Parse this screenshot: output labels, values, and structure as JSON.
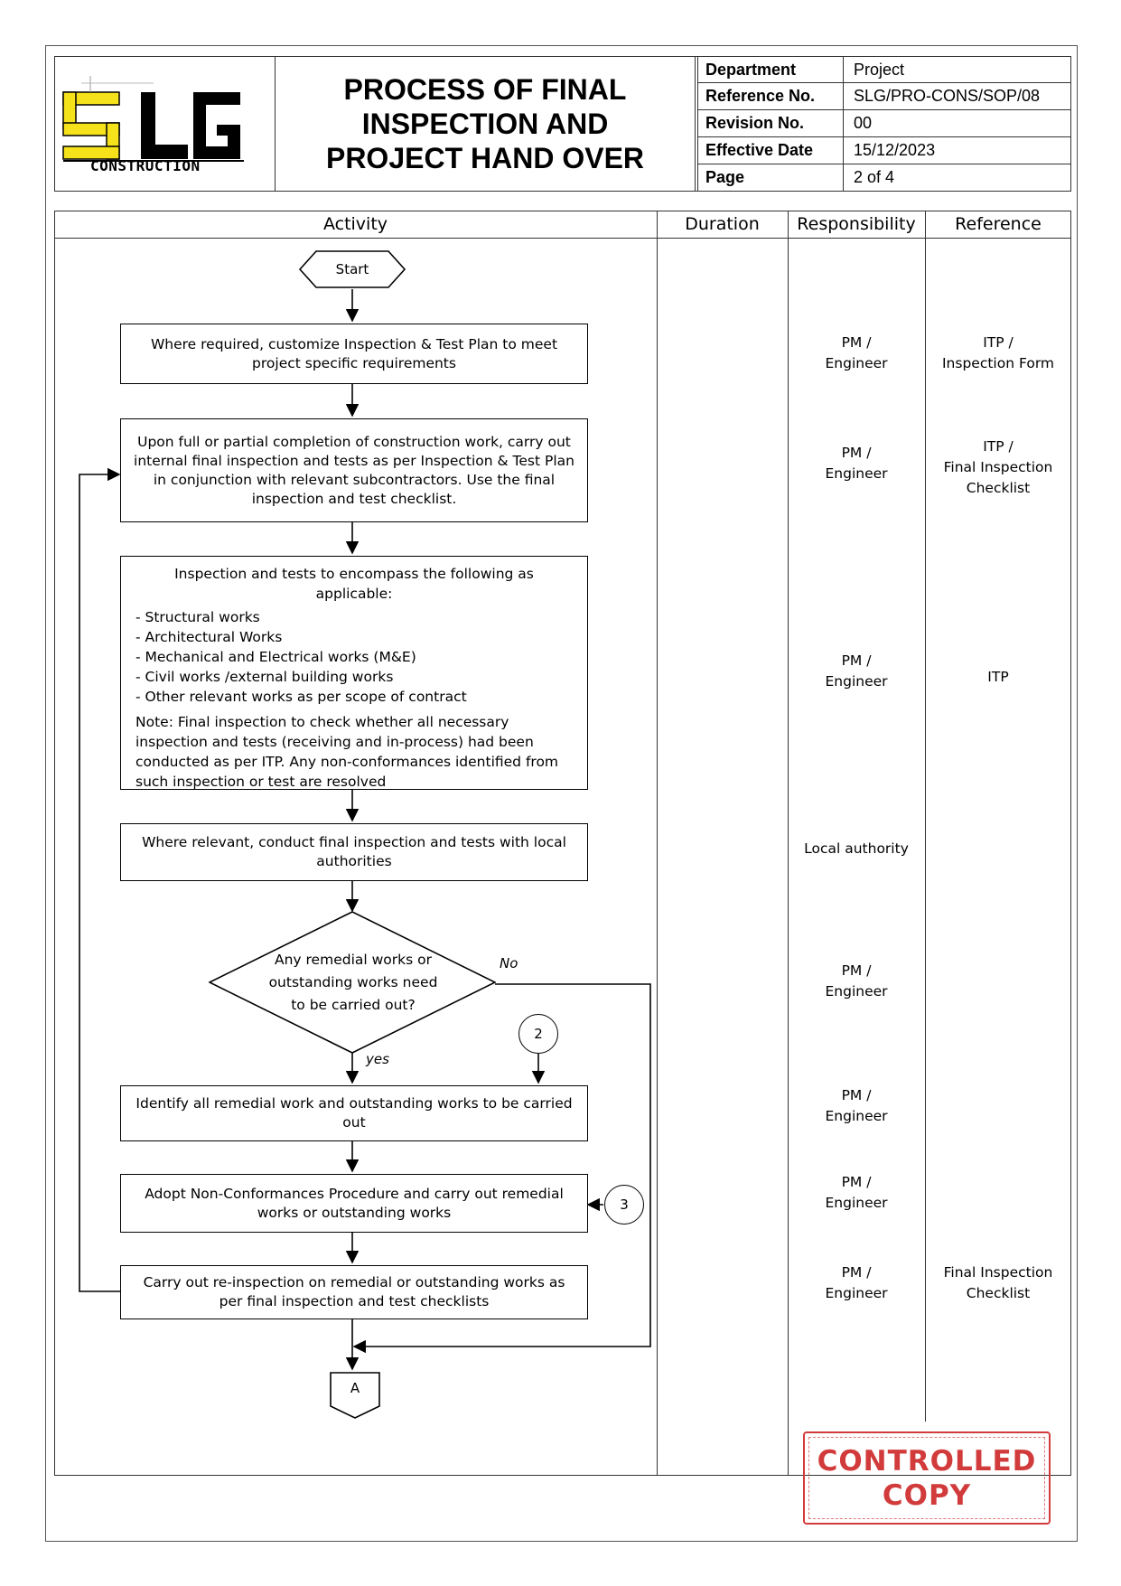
{
  "header": {
    "logo_text": "CONSTRUCTION",
    "logo_letters": "SLG",
    "title": "PROCESS OF FINAL\nINSPECTION AND\nPROJECT HAND OVER",
    "meta": [
      {
        "label": "Department",
        "value": "Project"
      },
      {
        "label": "Reference No.",
        "value": "SLG/PRO-CONS/SOP/08"
      },
      {
        "label": "Revision No.",
        "value": "00"
      },
      {
        "label": "Effective Date",
        "value": "15/12/2023"
      },
      {
        "label": "Page",
        "value": "2 of 4"
      }
    ]
  },
  "table": {
    "columns": [
      "Activity",
      "Duration",
      "Responsibility",
      "Reference"
    ]
  },
  "flow": {
    "start": "Start",
    "step1": "Where required, customize Inspection & Test Plan to meet project specific requirements",
    "step2": "Upon full or partial completion of construction work, carry out internal final inspection and tests as per Inspection & Test Plan in conjunction with relevant subcontractors. Use the final inspection and test checklist.",
    "step3_intro": "Inspection and tests to encompass the following as applicable:",
    "step3_items": [
      "- Structural works",
      "- Architectural Works",
      "- Mechanical and Electrical works (M&E)",
      "- Civil works /external building works",
      "- Other relevant works as per scope of contract"
    ],
    "step3_note": "Note: Final inspection to check whether all necessary inspection and tests (receiving and in-process) had been conducted as per ITP. Any non-conformances identified from such inspection or test are resolved",
    "step4": "Where relevant, conduct final inspection and tests with local authorities",
    "decision": "Any remedial works or outstanding works need to be carried out?",
    "no_label": "No",
    "yes_label": "yes",
    "connector_2": "2",
    "connector_3": "3",
    "step5": "Identify all remedial work and outstanding works to be carried out",
    "step6": "Adopt Non-Conformances Procedure and carry out remedial works or outstanding works",
    "step7": "Carry out re-inspection on remedial or outstanding works as per final inspection and test checklists",
    "offpage": "A"
  },
  "responsibility": [
    "PM /\nEngineer",
    "PM /\nEngineer",
    "PM /\nEngineer",
    "Local authority",
    "PM /\nEngineer",
    "PM /\nEngineer",
    "PM /\nEngineer",
    "PM /\nEngineer"
  ],
  "reference": [
    "ITP /\nInspection Form",
    "ITP /\nFinal Inspection\nChecklist",
    "ITP",
    "Final Inspection\nChecklist"
  ],
  "stamp": {
    "line1": "CONTROLLED",
    "line2": "COPY"
  }
}
